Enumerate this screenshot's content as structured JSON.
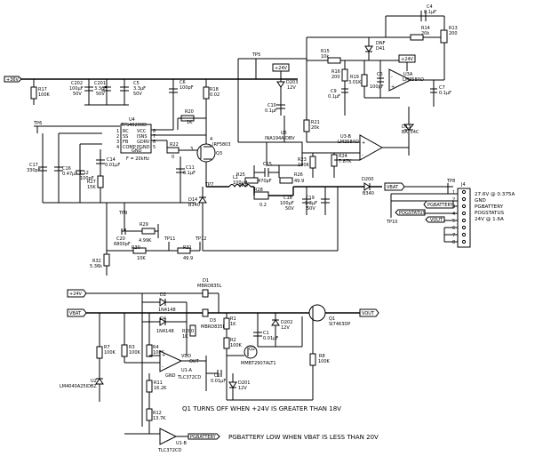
{
  "nets": {
    "v36": "+36V",
    "v24": "+24V",
    "vbat": "VBAT",
    "vout": "VOUT",
    "pgbattery": "PGBATTERY",
    "pgstatus": "POGSTATUS"
  },
  "test_points": {
    "tp5": "TP5",
    "tp6": "TP6",
    "tp7": "TP7",
    "tp8": "TP8",
    "tp9": "TP9",
    "tp10": "TP10",
    "tp11": "TP11",
    "tp12": "TP12"
  },
  "components": {
    "c4": [
      "C4",
      "0.1µF"
    ],
    "r13": [
      "R13",
      "200"
    ],
    "r14": [
      "R14",
      "20k"
    ],
    "d41": [
      "DNF",
      "D41"
    ],
    "r15": [
      "R15",
      "10k"
    ],
    "r16": [
      "R16",
      "200"
    ],
    "c9": [
      "C9",
      "0.1µF"
    ],
    "r19": [
      "R19",
      "3.01K"
    ],
    "c6b": [
      "C6",
      "100pF"
    ],
    "u3a": [
      "U3A",
      "LM358AD"
    ],
    "c7": [
      "C7",
      "0.1µF"
    ],
    "r17": [
      "R17",
      "100K"
    ],
    "c202": [
      "C202",
      "100µF",
      "50V"
    ],
    "c201": [
      "C201",
      "3.3µF",
      "50V"
    ],
    "c5": [
      "C5",
      "3.3µF",
      "50V"
    ],
    "c6": [
      "C6",
      "100pF"
    ],
    "r18": [
      "R18",
      "0.02"
    ],
    "d203": [
      "D203",
      "12V"
    ],
    "c10": [
      "C10",
      "0.1µF"
    ],
    "r21": [
      "R21",
      "20k"
    ],
    "u3b": [
      "U3-B",
      "LM358AD"
    ],
    "d13": [
      "D13",
      "BAT54C"
    ],
    "u4": [
      "U4",
      "TPS40200D"
    ],
    "u4_pins_l": [
      "RC",
      "SS",
      "FB",
      "COMP",
      "GND"
    ],
    "u4_pins_r": [
      "VCC",
      "ISNS",
      "GDRV",
      "PGND"
    ],
    "u4_nums_l": [
      "1",
      "2",
      "3",
      "4"
    ],
    "u4_nums_r": [
      "8",
      "7",
      "6",
      "5"
    ],
    "u4_freq": "F = 20kHz",
    "r20": [
      "R20",
      "1K"
    ],
    "q3": [
      "Q3",
      "IRF5803"
    ],
    "r22": [
      "R22",
      "0"
    ],
    "u5": [
      "U5",
      "INA194AIDBV"
    ],
    "c15": [
      "C15",
      "470pF"
    ],
    "r23": [
      "R23",
      "100K"
    ],
    "r24": [
      "R24",
      "7.87K"
    ],
    "c17": [
      "C17",
      "330pF"
    ],
    "c16": [
      "C16",
      "0.47µF"
    ],
    "c12": [
      "C12",
      "100pF"
    ],
    "c14": [
      "C14",
      "0.01µF"
    ],
    "r27": [
      "R27",
      "15K"
    ],
    "c11": [
      "C11",
      "0.1µF"
    ],
    "l1": [
      "L1",
      "100µH"
    ],
    "r25": [
      "R25",
      "49.9"
    ],
    "r26": [
      "R26",
      "49.9"
    ],
    "r28": [
      "R28",
      "0.2"
    ],
    "c18": [
      "C18",
      "100µF",
      "50V"
    ],
    "c19": [
      "C19",
      "3.3µF",
      "50V"
    ],
    "d14": [
      "D14",
      "B340"
    ],
    "d200": [
      "D200",
      "B340"
    ],
    "c20": [
      "C20",
      "6800pF"
    ],
    "r29": [
      "R29",
      "4.99K"
    ],
    "r32": [
      "R32",
      "5.36k"
    ],
    "r30": [
      "R30",
      "10K"
    ],
    "r31": [
      "R31",
      "49.9"
    ],
    "j4": [
      "J4"
    ],
    "j4_pins": [
      "1",
      "2",
      "3",
      "4",
      "5",
      "6",
      "7",
      "8"
    ],
    "j4_labels": [
      "27.6V @ 0.375A",
      "GND",
      "PGBATTERY",
      "POGSTATUS",
      "24V @ 1.6A"
    ],
    "d1": [
      "D1",
      "MBRD835L"
    ],
    "d2": [
      "D2",
      "1N4148"
    ],
    "d3": [
      "D3",
      "MBRD835L"
    ],
    "d4": [
      "D4",
      "1N4148"
    ],
    "r200": [
      "R200",
      "1K"
    ],
    "r1": [
      "R1",
      "1K"
    ],
    "r2": [
      "R2",
      "100K"
    ],
    "c1": [
      "C1",
      "0.01µF"
    ],
    "d202": [
      "D202",
      "12V"
    ],
    "q1": [
      "Q1",
      "SI7463DP"
    ],
    "q2": [
      "Q2",
      "MMBT2907ALT1"
    ],
    "r7": [
      "R7",
      "100K"
    ],
    "r3": [
      "R3",
      "100K"
    ],
    "r4": [
      "R4",
      "100K"
    ],
    "r11": [
      "R11",
      "16.2K"
    ],
    "r12": [
      "R12",
      "13.7K"
    ],
    "r8": [
      "R8",
      "100K"
    ],
    "u2": [
      "U2",
      "LM4040A25IDBZ"
    ],
    "u1a": [
      "U1-A",
      "TLC372CD"
    ],
    "u1a_pins": [
      "VDD",
      "GND",
      "OUT"
    ],
    "c2": [
      "C2",
      "0.01µF"
    ],
    "d201": [
      "D201",
      "12V"
    ],
    "u1b": [
      "U1-B",
      "TLC372CD"
    ]
  },
  "notes": {
    "q1_off": "Q1 TURNS OFF WHEN +24V IS GREATER THAN 18V",
    "pgbattery_low": "PGBATTERY LOW WHEN VBAT IS LESS THAN 20V"
  }
}
